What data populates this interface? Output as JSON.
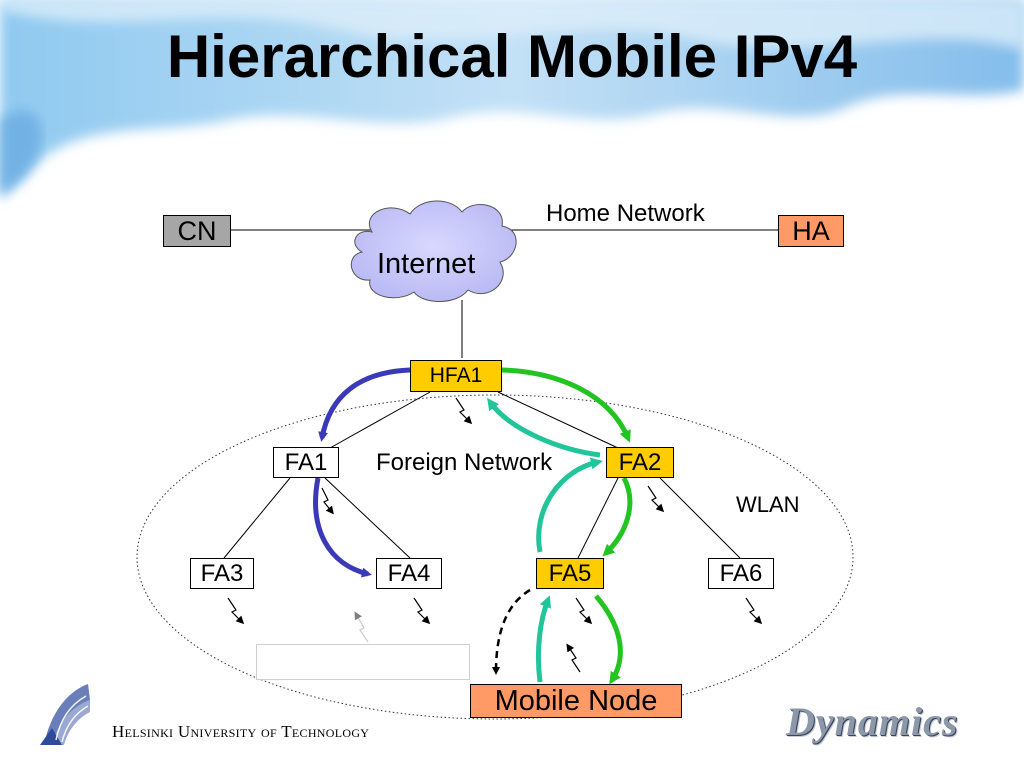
{
  "slide": {
    "title": "Hierarchical Mobile IPv4",
    "footer_org": "Helsinki University of Technology",
    "logo_text": "Dynamics"
  },
  "diagram": {
    "cloud_label": "Internet",
    "home_network_label": "Home Network",
    "foreign_network_label": "Foreign Network",
    "wlan_label": "WLAN",
    "nodes": {
      "cn": "CN",
      "ha": "HA",
      "hfa1": "HFA1",
      "fa1": "FA1",
      "fa2": "FA2",
      "fa3": "FA3",
      "fa4": "FA4",
      "fa5": "FA5",
      "fa6": "FA6",
      "mobile_node": "Mobile Node"
    }
  },
  "colors": {
    "cloud_fill": "#c8c8ff",
    "cn_fill": "#a6a6a6",
    "ha_fill": "#ff9966",
    "highlight_fill": "#ffcc00",
    "mobile_node_fill": "#ff9966",
    "blue_arrow": "#3a3ab8",
    "green_arrow": "#22c422",
    "teal_arrow": "#22c49a",
    "banner_blue": "#6fb2e8"
  }
}
